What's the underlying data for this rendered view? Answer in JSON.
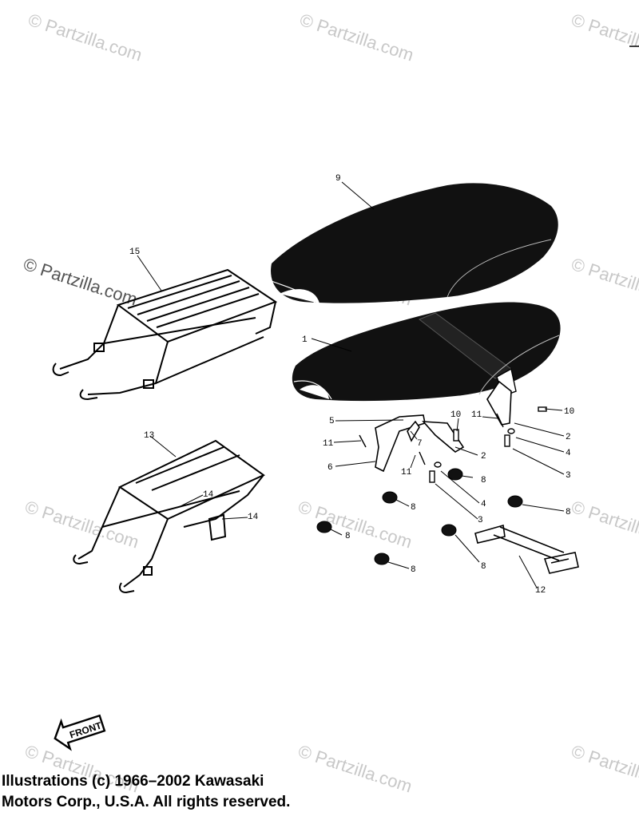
{
  "watermark": "© Partzilla.com",
  "front_label": "FRONT",
  "copyright": {
    "line1": "Illustrations (c) 1966–2002 Kawasaki",
    "line2": "Motors Corp., U.S.A.  All rights reserved."
  },
  "callouts": [
    {
      "id": "c9",
      "text": "9"
    },
    {
      "id": "c15",
      "text": "15"
    },
    {
      "id": "c1",
      "text": "1"
    },
    {
      "id": "c10a",
      "text": "10"
    },
    {
      "id": "c10b",
      "text": "10"
    },
    {
      "id": "c11a",
      "text": "11"
    },
    {
      "id": "c11b",
      "text": "11"
    },
    {
      "id": "c11c",
      "text": "11"
    },
    {
      "id": "c5",
      "text": "5"
    },
    {
      "id": "c6",
      "text": "6"
    },
    {
      "id": "c7",
      "text": "7"
    },
    {
      "id": "c2a",
      "text": "2"
    },
    {
      "id": "c2b",
      "text": "2"
    },
    {
      "id": "c3a",
      "text": "3"
    },
    {
      "id": "c3b",
      "text": "3"
    },
    {
      "id": "c4a",
      "text": "4"
    },
    {
      "id": "c4b",
      "text": "4"
    },
    {
      "id": "c8a",
      "text": "8"
    },
    {
      "id": "c8b",
      "text": "8"
    },
    {
      "id": "c8c",
      "text": "8"
    },
    {
      "id": "c8d",
      "text": "8"
    },
    {
      "id": "c8e",
      "text": "8"
    },
    {
      "id": "c8f",
      "text": "8"
    },
    {
      "id": "c12",
      "text": "12"
    },
    {
      "id": "c13",
      "text": "13"
    },
    {
      "id": "c14a",
      "text": "14"
    },
    {
      "id": "c14b",
      "text": "14"
    }
  ]
}
